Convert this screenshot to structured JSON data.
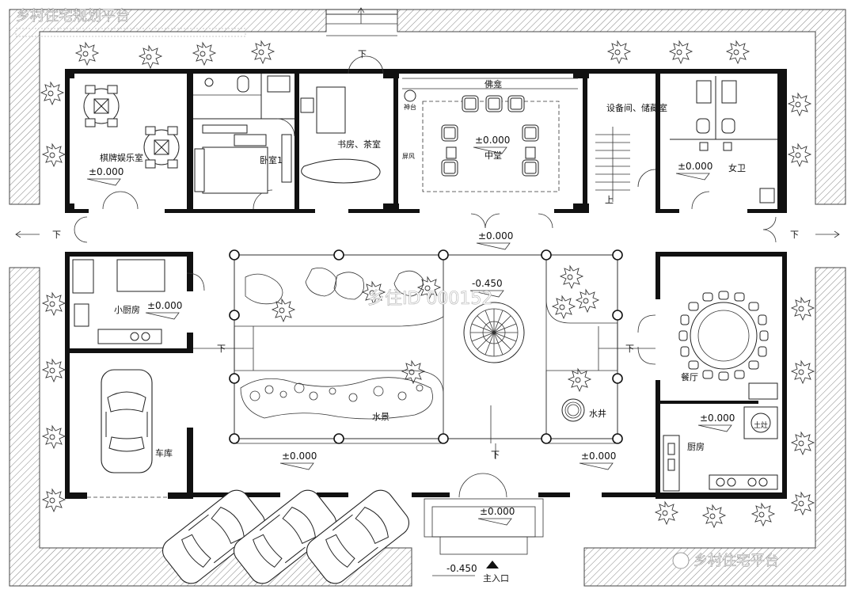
{
  "watermarks": {
    "top_left_title": "乡村住宅规划平台",
    "center": "乡住ID 000152",
    "bottom_right": "乡村住宅平台"
  },
  "rooms": {
    "chess_room": "棋牌娱乐室",
    "bedroom_1": "卧室1",
    "study_tea": "书房、茶室",
    "buddha": "佛龛",
    "altar": "神台",
    "screen": "屏风",
    "hall": "中堂",
    "storage": "设备间、储藏室",
    "womens_wc": "女卫",
    "small_kitchen": "小厨房",
    "garage": "车库",
    "water_feature": "水景",
    "well": "水井",
    "dining": "餐厅",
    "kitchen": "厨房",
    "stove": "土灶"
  },
  "levels": {
    "chess": "±0.000",
    "hall_main": "±0.000",
    "hall_exit": "±0.000",
    "storage": "±0.000",
    "small_kitchen": "±0.000",
    "courtyard": "-0.450",
    "courtyard_left": "±0.000",
    "courtyard_right": "±0.000",
    "kitchen": "±0.000",
    "entrance_step": "±0.000",
    "outside": "-0.450"
  },
  "arrows": {
    "down": "下",
    "up": "上"
  },
  "entrance": "主入口"
}
